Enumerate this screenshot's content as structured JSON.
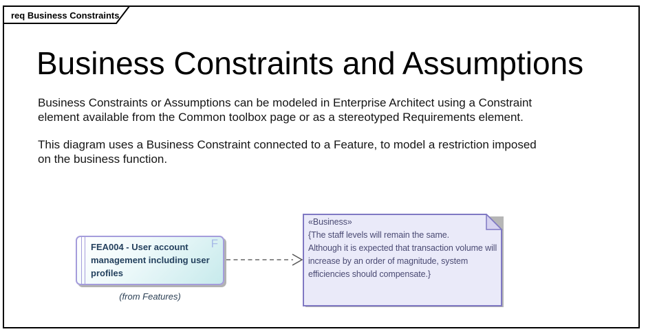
{
  "frame": {
    "label": "req Business Constraints"
  },
  "page": {
    "title": "Business Constraints and Assumptions",
    "paragraph1": "Business Constraints or Assumptions can be modeled in Enterprise Architect using a Constraint\nelement available from the Common toolbox page or as a stereotyped Requirements element.",
    "paragraph2": "This diagram uses a Business Constraint connected to a Feature, to model a restriction imposed\non the business function."
  },
  "diagram": {
    "feature": {
      "label": "FEA004 - User account\nmanagement including user\nprofiles",
      "type_letter": "F",
      "caption": "(from Features)",
      "border_color": "#a49cdb",
      "fill_top": "#ffffff",
      "fill_bottom": "#c7eaec",
      "text_color": "#24415e",
      "shadow_color": "#b2b2b2"
    },
    "connector": {
      "type": "dashed dependency arrow",
      "line_color": "#666666"
    },
    "note": {
      "stereotype": "«Business»",
      "body": "{The staff levels will remain the same.\nAlthough it is expected that transaction volume will\nincrease by an order of magnitude, system\nefficiencies should compensate.}",
      "fill": "#eaeaf9",
      "fold_fill": "#d6d2f0",
      "border_color": "#7f78c3",
      "text_color": "#4a4a73",
      "shadow_color": "#b6b6b6"
    }
  }
}
